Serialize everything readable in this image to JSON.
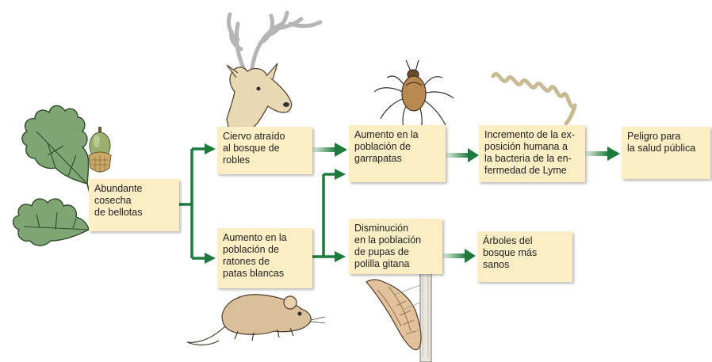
{
  "colors": {
    "box_fill": "#fbedc4",
    "arrow": "#1d7a3c",
    "text": "#222222"
  },
  "nodes": {
    "acorns": "Abundante\ncosecha\nde bellotas",
    "deer": "Ciervo atraído\nal bosque de\nrobles",
    "mice": "Aumento en la\npoblación de\nratones de\npatas blancas",
    "ticks": "Aumento en la\npoblación de\ngarrapatas",
    "moth": "Disminución\nen la población\nde pupas de\npolilla gitana",
    "lyme": "Incremento de la ex-\nposición humana a\nla bacteria de la en-\nfermedad de Lyme",
    "health": "Peligro para\nla salud pública",
    "trees": "Árboles del\nbosque más\nsanos"
  },
  "illustrations": [
    "oak-leaves",
    "acorn",
    "deer",
    "tick",
    "spirochete-bacterium",
    "mouse",
    "gypsy-moth-pupa"
  ]
}
